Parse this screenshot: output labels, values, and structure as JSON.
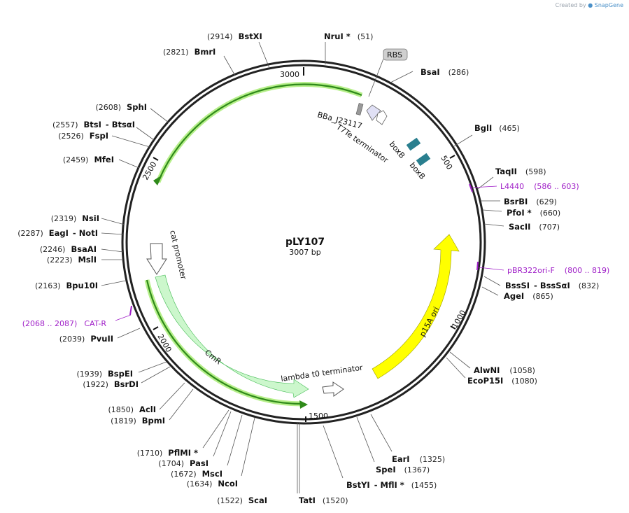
{
  "plasmid": {
    "name": "pLY107",
    "length_label": "3007 bp",
    "length": 3007
  },
  "credit": {
    "prefix": "Created by",
    "brand": "SnapGene"
  },
  "ticks": [
    "500",
    "1000",
    "1500",
    "2000",
    "2500",
    "3000"
  ],
  "enzymes_top": [
    {
      "name": "BstXI",
      "pos": "(2914)"
    },
    {
      "name": "NruI *",
      "pos": "(51)"
    },
    {
      "name": "BmrI",
      "pos": "(2821)"
    },
    {
      "name": "BsaI",
      "pos": "(286)"
    }
  ],
  "enzymes_right": [
    {
      "name": "BglI",
      "pos": "(465)"
    },
    {
      "name": "TaqII",
      "pos": "(598)"
    },
    {
      "name": "BsrBI",
      "pos": "(629)"
    },
    {
      "name": "PfoI *",
      "pos": "(660)"
    },
    {
      "name": "SacII",
      "pos": "(707)"
    },
    {
      "name": "BssSI",
      "name2": "BssSαI",
      "pos": "(832)"
    },
    {
      "name": "AgeI",
      "pos": "(865)"
    },
    {
      "name": "AlwNI",
      "pos": "(1058)"
    },
    {
      "name": "EcoP15I",
      "pos": "(1080)"
    },
    {
      "name": "EarI",
      "pos": "(1325)"
    },
    {
      "name": "SpeI",
      "pos": "(1367)"
    },
    {
      "name": "BstYI",
      "name2": "MflI *",
      "pos": "(1455)"
    },
    {
      "name": "TatI",
      "pos": "(1520)"
    }
  ],
  "enzymes_left": [
    {
      "name": "SphI",
      "pos": "(2608)"
    },
    {
      "name": "BtsI",
      "name2": "BtsαI",
      "pos": "(2557)"
    },
    {
      "name": "FspI",
      "pos": "(2526)"
    },
    {
      "name": "MfeI",
      "pos": "(2459)"
    },
    {
      "name": "NsiI",
      "pos": "(2319)"
    },
    {
      "name": "EagI",
      "name2": "NotI",
      "pos": "(2287)"
    },
    {
      "name": "BsaAI",
      "pos": "(2246)"
    },
    {
      "name": "MslI",
      "pos": "(2223)"
    },
    {
      "name": "Bpu10I",
      "pos": "(2163)"
    },
    {
      "name": "PvuII",
      "pos": "(2039)"
    },
    {
      "name": "BspEI",
      "pos": "(1939)"
    },
    {
      "name": "BsrDI",
      "pos": "(1922)"
    },
    {
      "name": "AclI",
      "pos": "(1850)"
    },
    {
      "name": "BpmI",
      "pos": "(1819)"
    },
    {
      "name": "PflMI *",
      "pos": "(1710)"
    },
    {
      "name": "PasI",
      "pos": "(1704)"
    },
    {
      "name": "MscI",
      "pos": "(1672)"
    },
    {
      "name": "NcoI",
      "pos": "(1634)"
    },
    {
      "name": "ScaI",
      "pos": "(1522)"
    }
  ],
  "primers": [
    {
      "name": "L4440",
      "range": "(586 .. 603)"
    },
    {
      "name": "pBR322ori-F",
      "range": "(800 .. 819)"
    },
    {
      "name": "CAT-R",
      "range": "(2068 .. 2087)"
    }
  ],
  "features": {
    "rbs": "RBS",
    "promoter_bba": "BBa_J23117",
    "t7te": "T7Te terminator",
    "boxb1": "boxB",
    "boxb2": "boxB",
    "cat_promoter": "cat promoter",
    "cmr": "CmR",
    "lambda": "lambda t0 terminator",
    "p15a": "p15A ori"
  },
  "colors": {
    "backbone": "#222222",
    "green_arrow": "#2f8a1a",
    "green_glow": "#b6ef8a",
    "cmr_fill": "#ccf7cc",
    "p15a_fill": "#ffff00",
    "boxb_fill": "#2a7f8f",
    "primer": "#a020c8",
    "rbs_fill": "#cfcfcf"
  }
}
